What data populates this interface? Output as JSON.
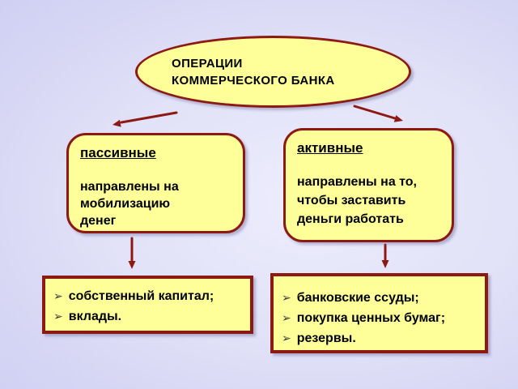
{
  "colors": {
    "shape_fill": "#ffff99",
    "shape_border": "#8c1914",
    "arrow": "#8c1914",
    "background_outer": "#c3c3ee",
    "background_center": "#ededfd",
    "text": "#000000",
    "bullet": "#3a3a3a"
  },
  "ellipse": {
    "title": "ОПЕРАЦИИ\nКОММЕРЧЕСКОГО БАНКА"
  },
  "passive_box": {
    "title": "пассивные",
    "body": "направлены на\nмобилизацию\nденег"
  },
  "active_box": {
    "title": "активные",
    "body": "направлены на то,\n чтобы заставить\nденьги работать"
  },
  "passive_list": {
    "bullet": "➢",
    "items": [
      "собственный капитал;",
      "вклады."
    ]
  },
  "active_list": {
    "bullet": "➢",
    "items": [
      "банковские ссуды;",
      "покупка ценных бумаг;",
      "резервы."
    ]
  }
}
